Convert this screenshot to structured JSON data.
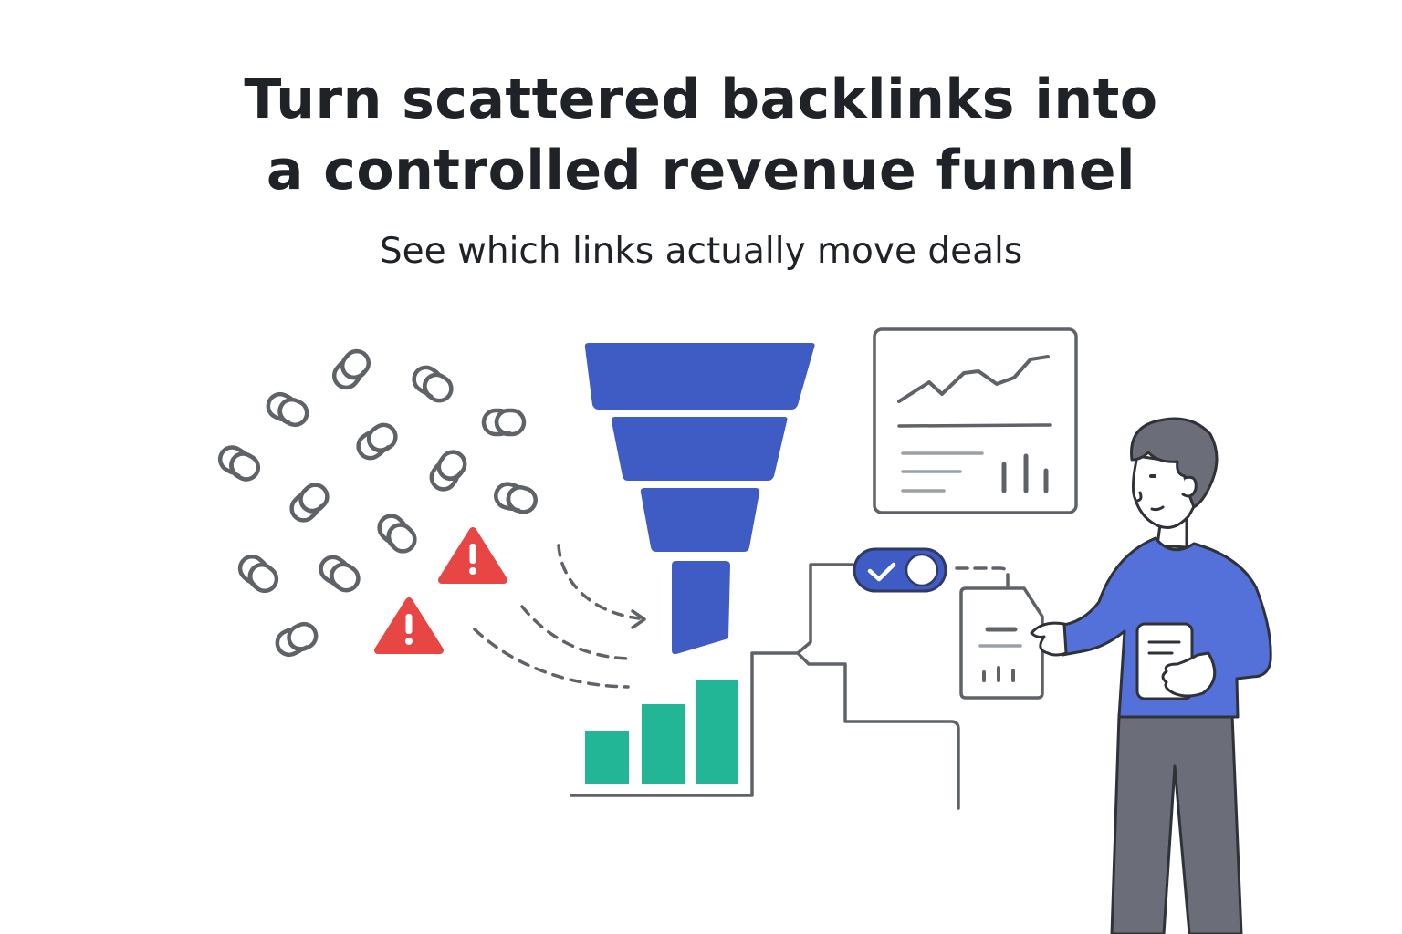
{
  "headline": {
    "line1": "Turn scattered backlinks into",
    "line2": "a controlled revenue funnel"
  },
  "subheadline": "See which links actually move deals",
  "icons": {
    "links": "chain-link-icon",
    "warning": "warning-triangle-icon",
    "funnel": "funnel-icon",
    "bar_chart": "bar-chart-icon",
    "dashboard": "line-chart-dashboard-icon",
    "toggle": "toggle-switch-on-icon",
    "report": "report-document-icon",
    "phone": "phone-icon",
    "person": "person-icon"
  },
  "colors": {
    "text": "#1f2327",
    "funnel_blue": "#3f5bc4",
    "bar_green": "#22b697",
    "warning_red": "#e84545",
    "outline_gray": "#5f6368",
    "shirt_blue": "#5470d9",
    "pants_gray": "#6b6d78"
  }
}
